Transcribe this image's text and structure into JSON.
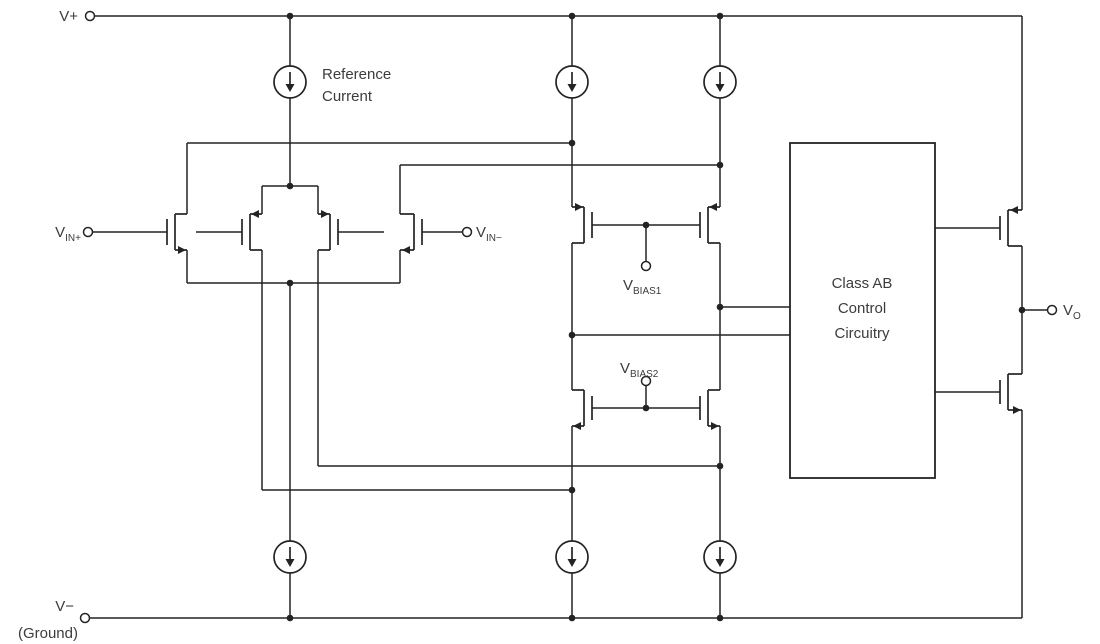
{
  "colors": {
    "ink": "#232323",
    "background": "#ffffff"
  },
  "rails": {
    "positive": "V+",
    "negative": "V−",
    "negative_note": "(Ground)"
  },
  "reference_current": {
    "line1": "Reference",
    "line2": "Current"
  },
  "inputs": {
    "vin_plus": {
      "symbol": "V",
      "subscript": "IN+"
    },
    "vin_minus": {
      "symbol": "V",
      "subscript": "IN−"
    }
  },
  "bias": {
    "vbias1": {
      "symbol": "V",
      "subscript": "BIAS1"
    },
    "vbias2": {
      "symbol": "V",
      "subscript": "BIAS2"
    }
  },
  "class_ab_block": {
    "line1": "Class AB",
    "line2": "Control",
    "line3": "Circuitry"
  },
  "output": {
    "vo": {
      "symbol": "V",
      "subscript": "O"
    }
  }
}
